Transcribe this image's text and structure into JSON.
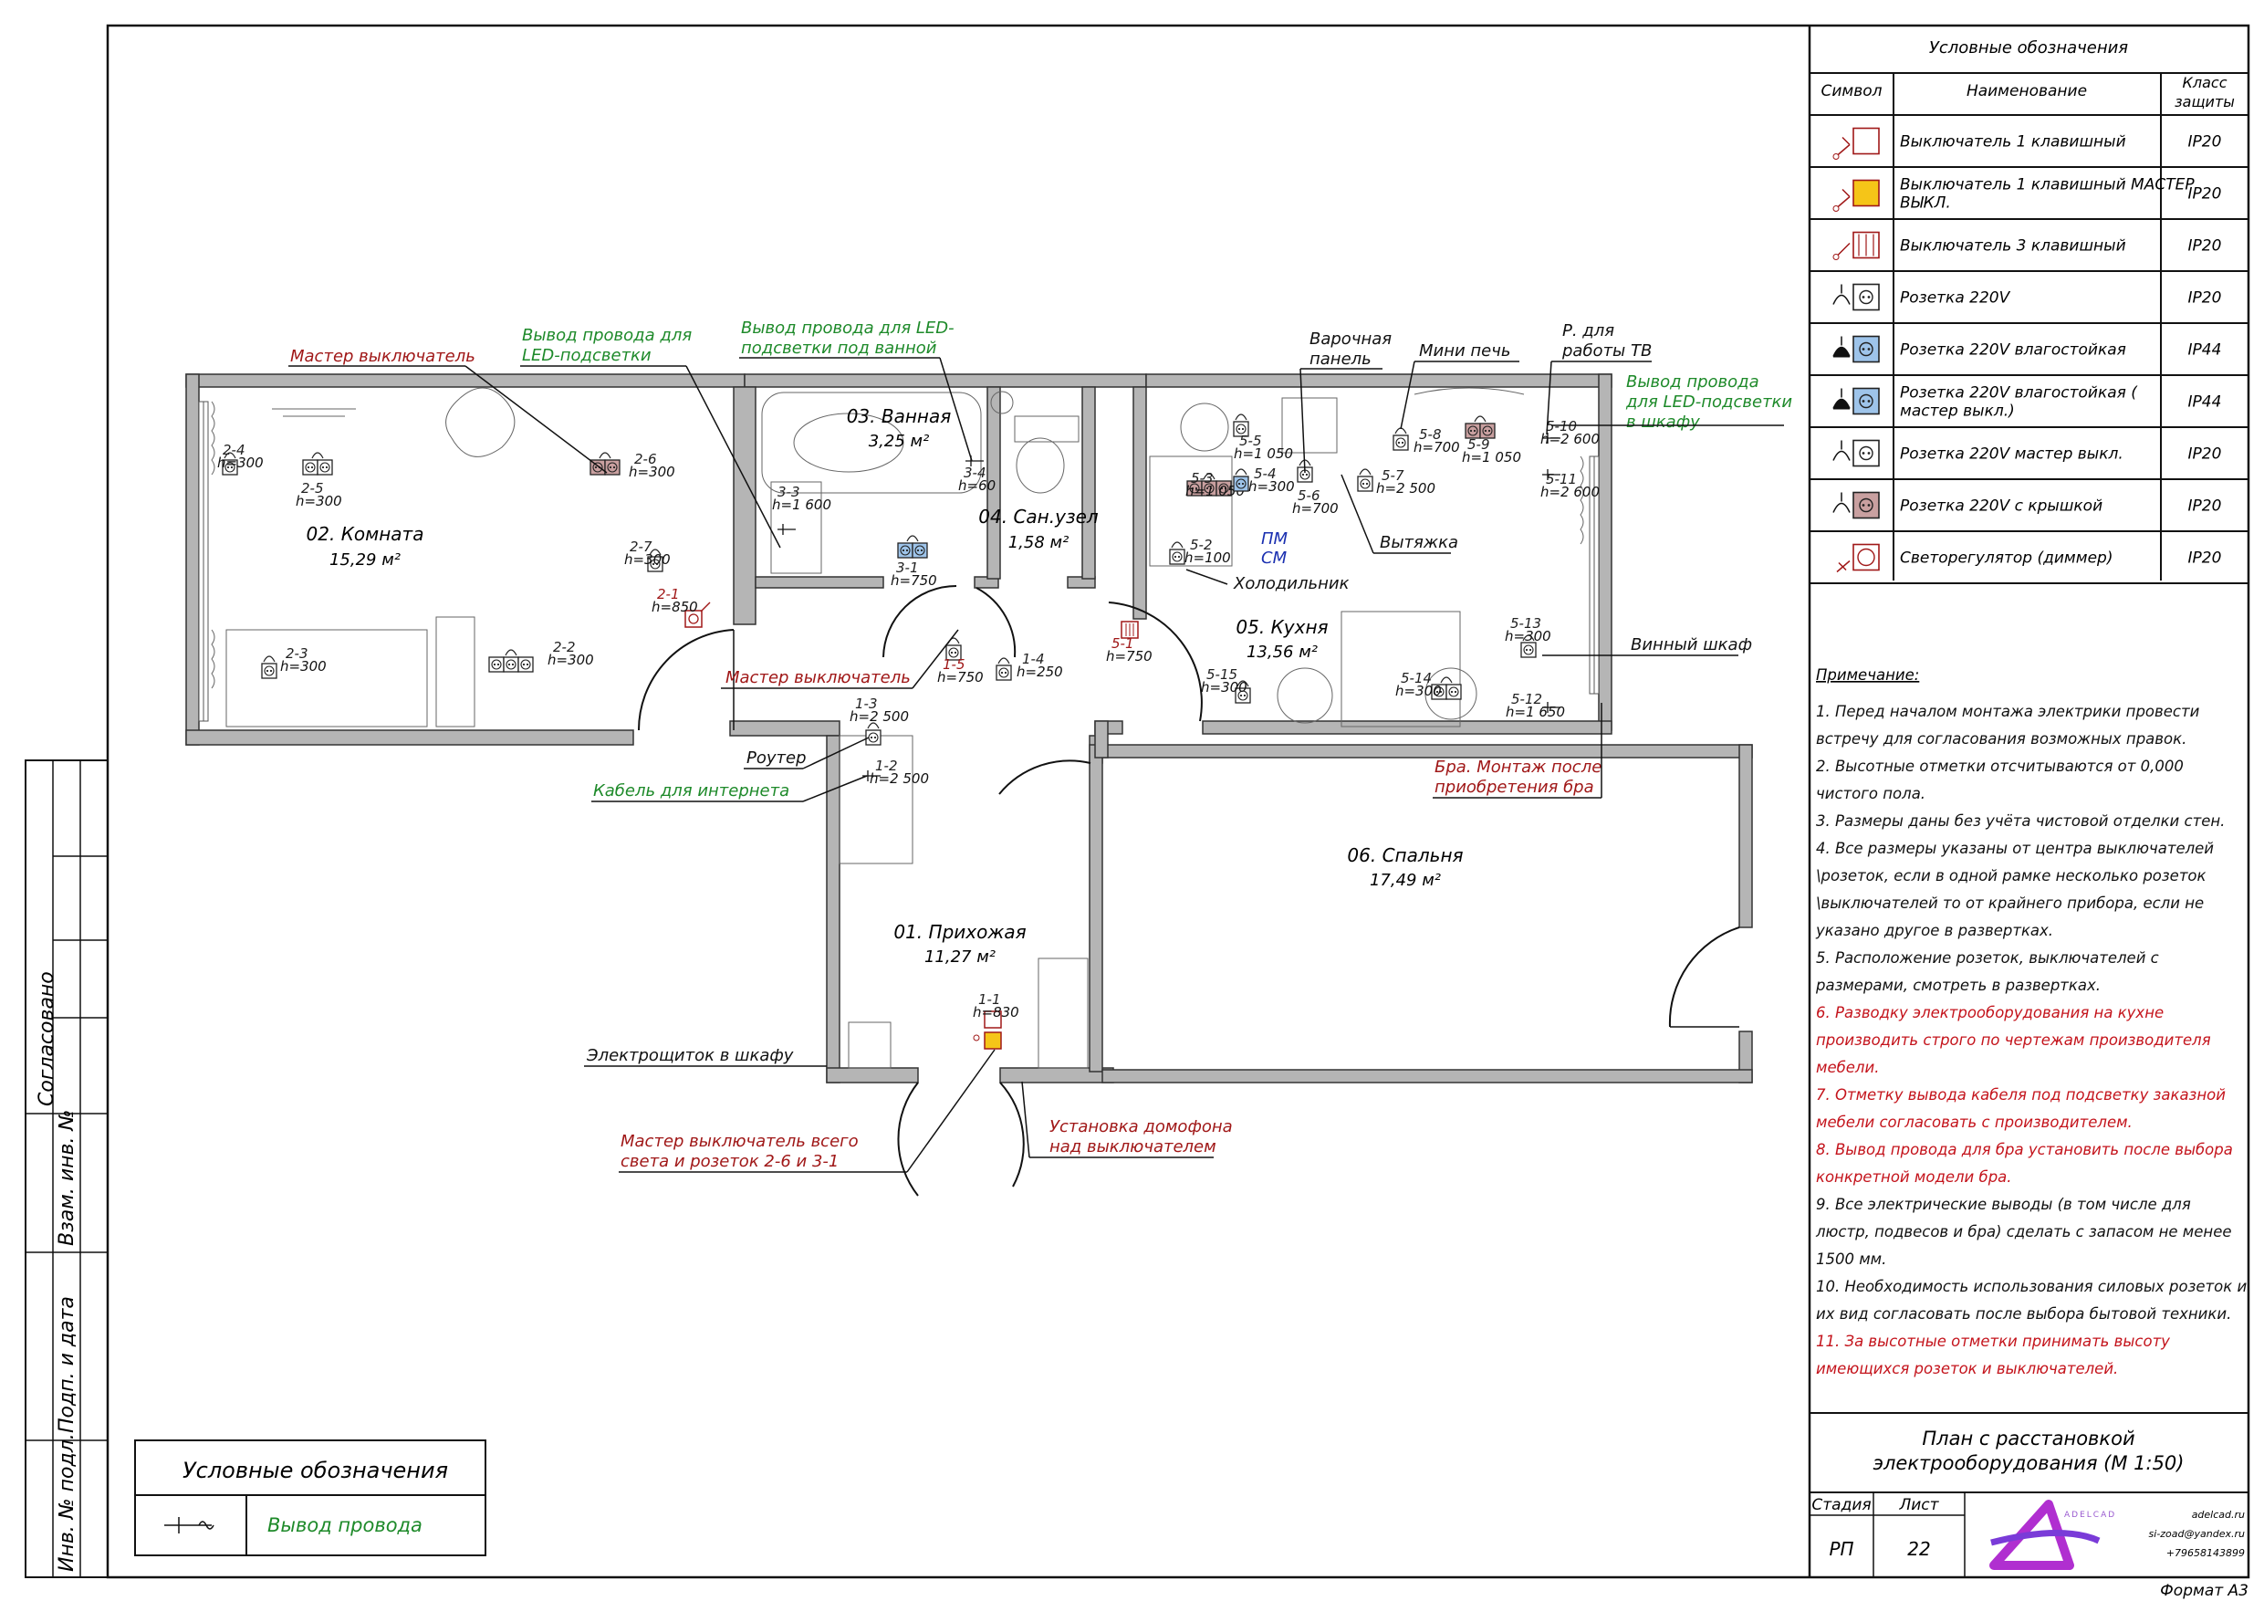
{
  "legend_table": {
    "title": "Условные обозначения",
    "headers": [
      "Символ",
      "Наименование",
      "Класс защиты"
    ],
    "rows": [
      {
        "name": "Выключатель 1 клавишный",
        "ip": "IP20",
        "icon": "switch-1-icon"
      },
      {
        "name": "Выключатель 1 клавишный МАСТЕР ВЫКЛ.",
        "ip": "IP20",
        "icon": "master-switch-icon",
        "color": "#f5c518"
      },
      {
        "name": "Выключатель 3 клавишный",
        "ip": "IP20",
        "icon": "switch-3-icon"
      },
      {
        "name": "Розетка 220V",
        "ip": "IP20",
        "icon": "socket-icon"
      },
      {
        "name": "Розетка 220V  влагостойкая",
        "ip": "IP44",
        "icon": "socket-waterproof-icon",
        "color": "#9ec4ea"
      },
      {
        "name": "Розетка 220V  влагостойкая ( мастер выкл.)",
        "ip": "IP44",
        "icon": "socket-waterproof-master-icon",
        "color": "#9ec4ea"
      },
      {
        "name": "Розетка 220V  мастер выкл.",
        "ip": "IP20",
        "icon": "socket-master-icon"
      },
      {
        "name": "Розетка 220V  с крышкой",
        "ip": "IP20",
        "icon": "socket-lid-icon",
        "color": "#c9a0a0"
      },
      {
        "name": "Светорегулятор (диммер)",
        "ip": "IP20",
        "icon": "dimmer-icon"
      }
    ]
  },
  "notes": {
    "title": "Примечание:",
    "lines": [
      {
        "text": "1. Перед началом монтажа электрики провести",
        "color": "black"
      },
      {
        "text": "встречу для согласования возможных правок.",
        "color": "black"
      },
      {
        "text": "2. Высотные отметки отсчитываются от 0,000",
        "color": "black"
      },
      {
        "text": "чистого пола.",
        "color": "black"
      },
      {
        "text": "3. Размеры даны без учёта чистовой отделки стен.",
        "color": "black"
      },
      {
        "text": "4. Все размеры указаны от центра выключателей",
        "color": "black"
      },
      {
        "text": "\\розеток, если в одной рамке несколько розеток",
        "color": "black"
      },
      {
        "text": "\\выключателей то от крайнего прибора, если не",
        "color": "black"
      },
      {
        "text": "указано другое в развертках.",
        "color": "black"
      },
      {
        "text": "5. Расположение розеток, выключателей с",
        "color": "black"
      },
      {
        "text": "размерами, смотреть в развертках.",
        "color": "black"
      },
      {
        "text": "6. Разводку электрооборудования на кухне",
        "color": "red"
      },
      {
        "text": "производить строго по чертежам производителя",
        "color": "red"
      },
      {
        "text": "мебели.",
        "color": "red"
      },
      {
        "text": "7. Отметку вывода кабеля под подсветку заказной",
        "color": "red"
      },
      {
        "text": "мебели согласовать с производителем.",
        "color": "red"
      },
      {
        "text": "8. Вывод провода для бра установить после выбора",
        "color": "red"
      },
      {
        "text": "конкретной модели бра.",
        "color": "red"
      },
      {
        "text": "9. Все электрические выводы (в том числе для",
        "color": "black"
      },
      {
        "text": "люстр, подвесов и бра) сделать с запасом не менее",
        "color": "black"
      },
      {
        "text": "1500 мм.",
        "color": "black"
      },
      {
        "text": "10. Необходимость использования силовых розеток и",
        "color": "black"
      },
      {
        "text": "их вид согласовать после выбора бытовой техники.",
        "color": "black"
      },
      {
        "text": "11. За высотные отметки принимать высоту",
        "color": "red"
      },
      {
        "text": "имеющихся розеток и выключателей.",
        "color": "red"
      }
    ]
  },
  "title_block": {
    "title_line1": "План с расстановкой",
    "title_line2": "электрооборудования (М 1:50)",
    "stage_label": "Стадия",
    "sheet_label": "Лист",
    "stage": "РП",
    "sheet": "22",
    "brand": "ADELCAD",
    "site": "adelcad.ru",
    "email": "si-zoad@yandex.ru",
    "phone": "+79658143899",
    "format": "Формат А3"
  },
  "side_stamp": {
    "agreed": "Согласовано",
    "inv_replace": "Взам. инв. №",
    "sign_date": "Подп. и дата",
    "inv_orig": "Инв. № подл."
  },
  "small_legend": {
    "title": "Условные обозначения",
    "item": "Вывод провода",
    "item_color": "#1e8a2a"
  },
  "rooms": [
    {
      "name": "02. Комната",
      "area": "15,29 м²"
    },
    {
      "name": "03. Ванная",
      "area": "3,25 м²"
    },
    {
      "name": "04. Сан.узел",
      "area": "1,58 м²"
    },
    {
      "name": "05. Кухня",
      "area": "13,56 м²"
    },
    {
      "name": "06. Спальня",
      "area": "17,49 м²"
    },
    {
      "name": "01. Прихожая",
      "area": "11,27 м²"
    }
  ],
  "callouts": {
    "master_switch_top": "Мастер выключатель",
    "led_wire_1a": "Вывод провода для",
    "led_wire_1b": "LED-подсветки",
    "led_wire_2a": "Вывод провода для LED-",
    "led_wire_2b": "подсветки под ванной",
    "cooktop_a": "Варочная",
    "cooktop_b": "панель",
    "mini_oven": "Мини печь",
    "tv_a": "Р. для",
    "tv_b": "работы ТВ",
    "led_wire_3a": "Вывод провода",
    "led_wire_3b": "для LED-подсветки",
    "led_wire_3c": "в шкафу",
    "hood": "Вытяжка",
    "fridge": "Холодильник",
    "pm": "ПМ",
    "sm": "СМ",
    "wine": "Винный шкаф",
    "master_switch_mid": "Мастер выключатель",
    "router": "Роутер",
    "internet": "Кабель для интернета",
    "sconce_a": "Бра.",
    "sconce_b": "Монтаж после",
    "sconce_c": "приобретения бра",
    "panel": "Электрощиток в шкафу",
    "master_all_a": "Мастер выключатель всего",
    "master_all_b": "света и розеток 2-6 и 3-1",
    "intercom_a": "Установка домофона",
    "intercom_b": "над выключателем"
  },
  "devices": [
    {
      "id": "2-4",
      "h": "h=300"
    },
    {
      "id": "2-5",
      "h": "h=300"
    },
    {
      "id": "2-6",
      "h": "h=300"
    },
    {
      "id": "2-7",
      "h": "h=300"
    },
    {
      "id": "2-1",
      "h": "h=850"
    },
    {
      "id": "2-3",
      "h": "h=300"
    },
    {
      "id": "2-2",
      "h": "h=300"
    },
    {
      "id": "3-3",
      "h": "h=1 600"
    },
    {
      "id": "3-4",
      "h": "h=60"
    },
    {
      "id": "3-1",
      "h": "h=750"
    },
    {
      "id": "1-5",
      "h": "h=750"
    },
    {
      "id": "1-4",
      "h": "h=250"
    },
    {
      "id": "5-1",
      "h": "h=750"
    },
    {
      "id": "5-2",
      "h": "h=100"
    },
    {
      "id": "5-3",
      "h": "h=1 050"
    },
    {
      "id": "5-4",
      "h": "h=300"
    },
    {
      "id": "5-5",
      "h": "h=1 050"
    },
    {
      "id": "5-6",
      "h": "h=700"
    },
    {
      "id": "5-7",
      "h": "h=2 500"
    },
    {
      "id": "5-8",
      "h": "h=700"
    },
    {
      "id": "5-9",
      "h": "h=1 050"
    },
    {
      "id": "5-10",
      "h": "h=2 600"
    },
    {
      "id": "5-11",
      "h": "h=2 600"
    },
    {
      "id": "5-13",
      "h": "h=300"
    },
    {
      "id": "5-12",
      "h": "h=1 650"
    },
    {
      "id": "5-14",
      "h": "h=300"
    },
    {
      "id": "5-15",
      "h": "h=300"
    },
    {
      "id": "1-3",
      "h": "h=2 500"
    },
    {
      "id": "1-2",
      "h": "h=2 500"
    },
    {
      "id": "1-1",
      "h": "h=830"
    }
  ]
}
